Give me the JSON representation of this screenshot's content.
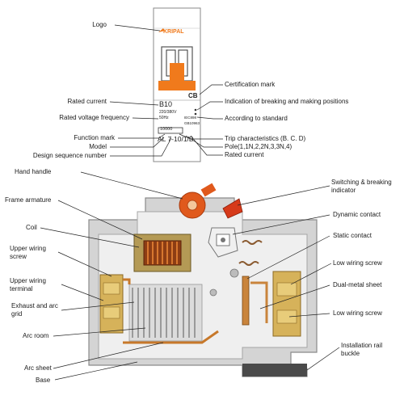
{
  "top": {
    "logo_text": "KRIPAL",
    "cert_mark": "CB",
    "rating": "B10",
    "voltage": "220/380V",
    "frequency": "50Hz",
    "capacity": "10000",
    "standards": "IEC898 GB10963",
    "model_code": "AL 7-10/1/B",
    "left_labels": {
      "logo": "Logo",
      "rated_current": "Rated current",
      "rated_voltage_frequency": "Rated voltage frequency",
      "function_mark": "Function mark",
      "model": "Model",
      "design_sequence": "Design sequence number"
    },
    "right_labels": {
      "certification_mark": "Certification mark",
      "indication": "Indication of breaking and making positions",
      "according_standard": "According to standard",
      "trip_characteristics": "Trip characteristics (B. C. D)",
      "pole": "Pole(1,1N,2,2N,3,3N,4)",
      "rated_current": "Rated current"
    }
  },
  "bottom": {
    "left_labels": {
      "hand_handle": "Hand handle",
      "frame_armature": "Frame armature",
      "coil": "Coil",
      "upper_wiring_screw": "Upper wiring screw",
      "upper_wiring_terminal": "Upper wiring terminal",
      "exhaust_arc_grid": "Exhaust and arc grid",
      "arc_room": "Arc room",
      "arc_sheet": "Arc sheet",
      "base": "Base"
    },
    "right_labels": {
      "switching_indicator": "Switching & breaking indicator",
      "dynamic_contact": "Dynamic contact",
      "static_contact": "Static contact",
      "low_wiring_screw_1": "Low wiring screw",
      "dual_metal_sheet": "Dual-metal sheet",
      "low_wiring_screw_2": "Low wiring screw",
      "installation_buckle": "Installation rail buckle"
    }
  },
  "colors": {
    "orange": "#f07a1c",
    "device_body": "#ffffff",
    "housing_grey": "#b9b9b9",
    "copper": "#d8842c",
    "brass": "#c9a64a",
    "dark_grey": "#555555"
  }
}
